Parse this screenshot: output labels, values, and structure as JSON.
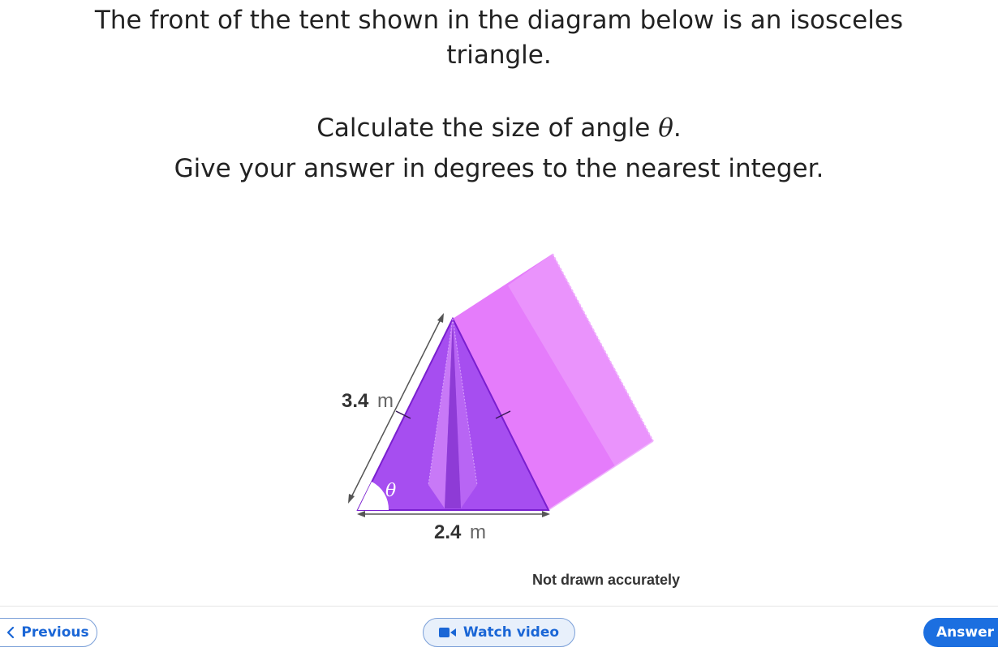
{
  "question": {
    "line1": "The front of the tent shown in the diagram below is an isosceles",
    "line2": "triangle.",
    "line3_prefix": "Calculate the size of angle ",
    "line3_symbol": "θ",
    "line3_suffix": ".",
    "line4": "Give your answer in degrees to the nearest integer."
  },
  "diagram": {
    "side_value": "3.4",
    "side_unit": "m",
    "base_value": "2.4",
    "base_unit": "m",
    "angle_label": "θ",
    "note": "Not drawn accurately",
    "colors": {
      "front_face": "#a64ef0",
      "side_face": "#e57cfb",
      "edge": "#7a1fd0"
    }
  },
  "nav": {
    "previous_label": "Previous",
    "video_label": "Watch video",
    "answer_label": "Answer"
  }
}
